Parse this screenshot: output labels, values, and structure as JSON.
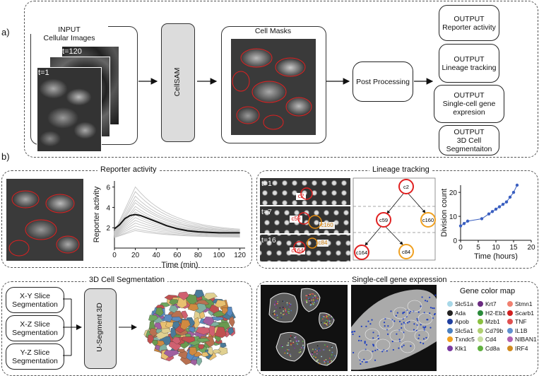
{
  "panel_a": {
    "letter": "a)",
    "input_title": "INPUT",
    "input_subtitle": "Cellular Images",
    "frame_labels": [
      "t=120",
      "t=1"
    ],
    "model_label": "CellSAM",
    "masks_title": "Cell Masks",
    "post_processing": "Post Processing",
    "outputs": [
      {
        "title": "OUTPUT",
        "body": "Reporter activity"
      },
      {
        "title": "OUTPUT",
        "body": "Lineage tracking"
      },
      {
        "title": "OUTPUT",
        "body": "Single-cell gene expresion"
      },
      {
        "title": "OUTPUT",
        "body": "3D Cell Segmentaiton"
      }
    ]
  },
  "panel_b": {
    "letter": "b)",
    "reporter": {
      "title": "Reporter activity"
    },
    "lineage": {
      "title": "Lineage tracking",
      "frame_labels": [
        "t=1",
        "t=7",
        "t=16"
      ],
      "cell_tags": [
        "c2",
        "c59",
        "c160",
        "c164",
        "c84"
      ],
      "tree_nodes": [
        "c2",
        "c59",
        "c160",
        "c164",
        "c84"
      ]
    },
    "seg3d": {
      "title": "3D Cell Segmentation",
      "slices": [
        "X-Y Slice Segmentation",
        "X-Z Slice Segmentation",
        "Y-Z Slice Segmentation"
      ],
      "model_label": "U-Segment 3D"
    },
    "gene": {
      "title": "Single-cell gene expression",
      "legend_title": "Gene color map",
      "genes": [
        {
          "name": "Slc51a",
          "color": "#a8d8e8"
        },
        {
          "name": "Ada",
          "color": "#222222"
        },
        {
          "name": "Apob",
          "color": "#1f3f9f"
        },
        {
          "name": "Slc5a1",
          "color": "#4a7fc0"
        },
        {
          "name": "Txndc5",
          "color": "#f0a020"
        },
        {
          "name": "Klk1",
          "color": "#7a3aa0"
        },
        {
          "name": "Krt7",
          "color": "#6a2a80"
        },
        {
          "name": "H2-Eb1",
          "color": "#2a8a3a"
        },
        {
          "name": "Mzb1",
          "color": "#8ac040"
        },
        {
          "name": "Cd79b",
          "color": "#b0d070"
        },
        {
          "name": "Cd4",
          "color": "#c8e0a0"
        },
        {
          "name": "Cd8a",
          "color": "#60b040"
        },
        {
          "name": "Stmn1",
          "color": "#f08070"
        },
        {
          "name": "Scarb1",
          "color": "#d02020"
        },
        {
          "name": "TNF",
          "color": "#e05050"
        },
        {
          "name": "IL1B",
          "color": "#6090d0"
        },
        {
          "name": "NIBAN1",
          "color": "#b060b0"
        },
        {
          "name": "IRF4",
          "color": "#d08a20"
        }
      ]
    }
  },
  "chart_data": [
    {
      "type": "line",
      "xlabel": "Time (min)",
      "ylabel": "Reporter activity",
      "xlim": [
        0,
        125
      ],
      "ylim": [
        0,
        6.6
      ],
      "xticks": [
        0,
        20,
        40,
        60,
        80,
        100,
        120
      ],
      "yticks": [
        2,
        4,
        6
      ],
      "mean_series": {
        "x": [
          0,
          5,
          10,
          15,
          20,
          25,
          30,
          40,
          50,
          60,
          70,
          80,
          90,
          100,
          110,
          120
        ],
        "y": [
          1.9,
          2.3,
          2.9,
          3.2,
          3.3,
          3.2,
          3.0,
          2.6,
          2.2,
          1.9,
          1.7,
          1.6,
          1.55,
          1.5,
          1.5,
          1.5
        ]
      },
      "individual_series_peaks": [
        6.5,
        6.0,
        5.5,
        5.1,
        4.8,
        4.4,
        4.1,
        3.8,
        3.5,
        3.2,
        2.9,
        2.6,
        2.3,
        2.0,
        1.8
      ]
    },
    {
      "type": "scatter",
      "xlabel": "Time (hours)",
      "ylabel": "Division count",
      "xlim": [
        0,
        20
      ],
      "ylim": [
        0,
        23
      ],
      "xticks": [
        0,
        5,
        10,
        15,
        20
      ],
      "yticks": [
        0,
        10,
        20
      ],
      "x": [
        0,
        1,
        2,
        6,
        8,
        9,
        10,
        11,
        12,
        13,
        14,
        15,
        16
      ],
      "y": [
        6,
        7,
        8,
        9,
        11,
        12,
        13,
        14,
        15,
        16,
        18,
        20,
        23
      ]
    }
  ]
}
